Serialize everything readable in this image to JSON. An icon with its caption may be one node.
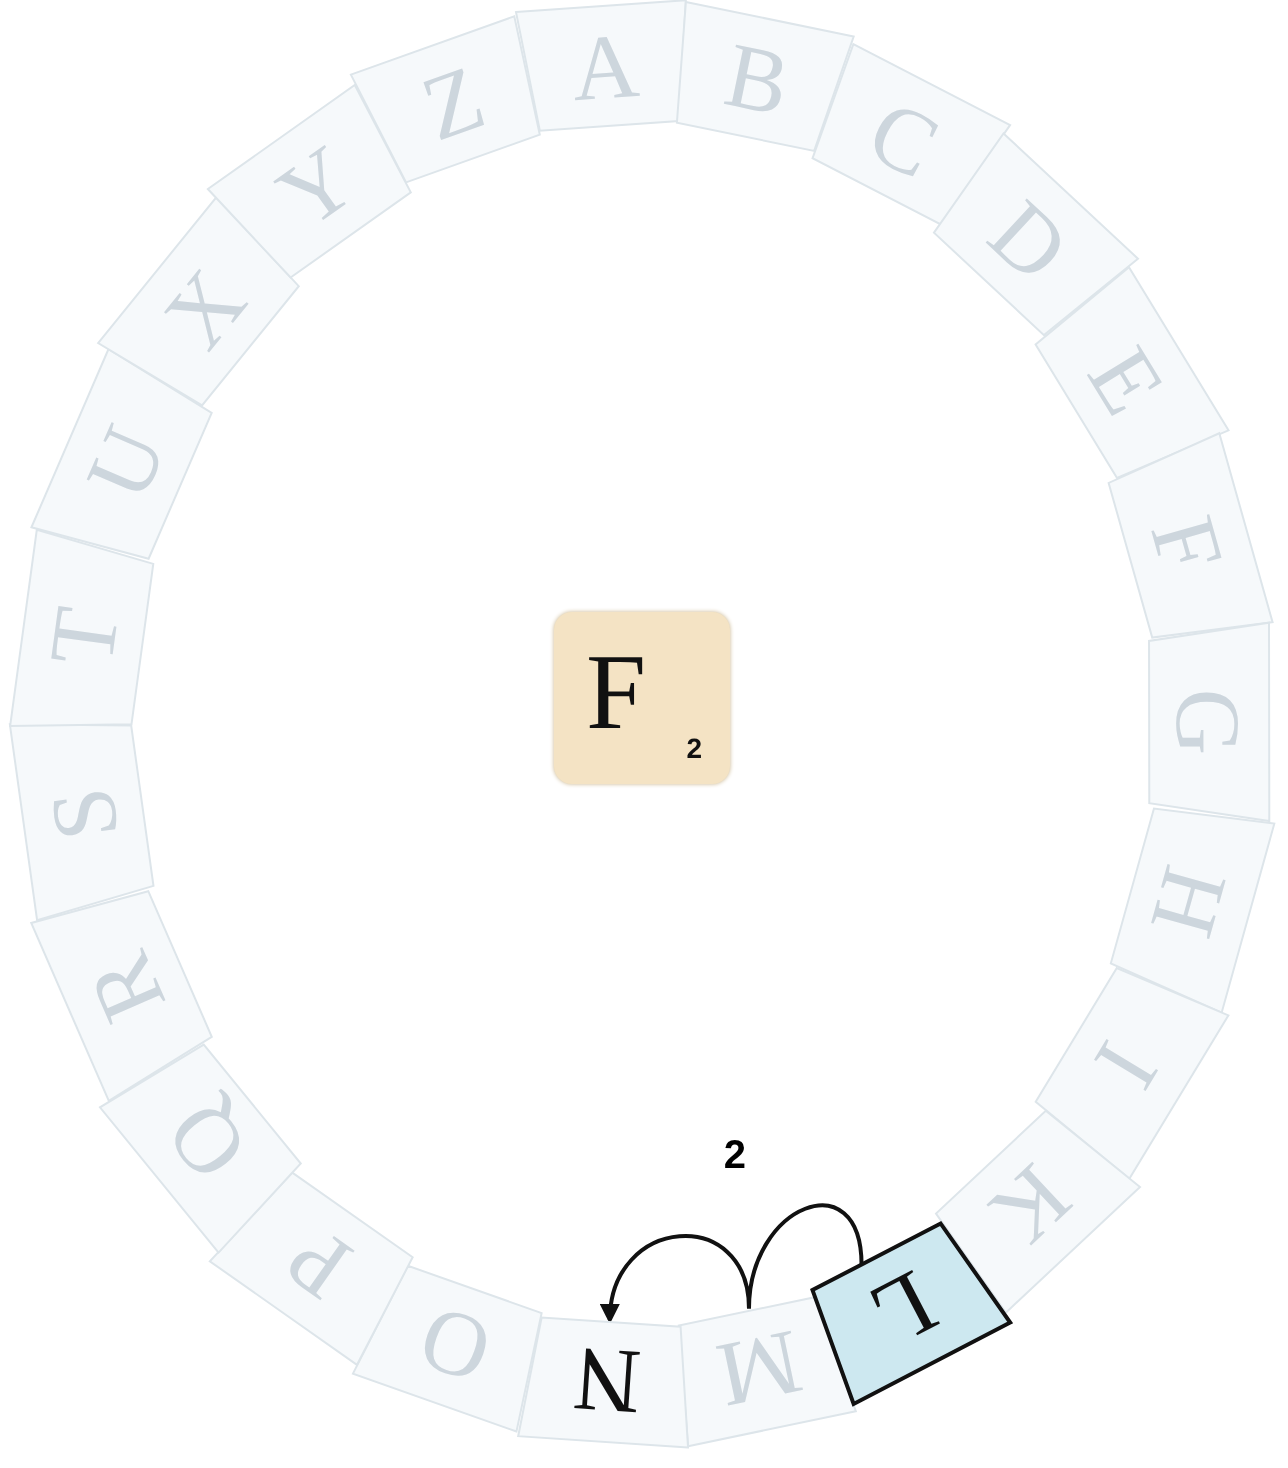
{
  "diagram": {
    "nodes": [
      {
        "text": [
          "A"
        ]
      },
      {
        "text": [
          "B"
        ]
      },
      {
        "text": [
          "C"
        ]
      },
      {
        "text": [
          "D"
        ]
      },
      {
        "text": [
          "E"
        ]
      },
      {
        "text": [
          "F"
        ]
      },
      {
        "text": [
          "G"
        ]
      },
      {
        "text": [
          "H"
        ]
      },
      {
        "text": [
          "I"
        ]
      },
      {
        "text": [
          "K"
        ]
      },
      {
        "text": [
          "L"
        ]
      },
      {
        "text": [
          "M"
        ]
      },
      {
        "text": [
          "N"
        ]
      },
      {
        "text": [
          "O"
        ]
      },
      {
        "text": [
          "P"
        ]
      },
      {
        "text": [
          "Q"
        ]
      },
      {
        "text": [
          "R"
        ]
      },
      {
        "text": [
          "S"
        ]
      },
      {
        "text": [
          "T"
        ]
      },
      {
        "text": [
          "U"
        ]
      },
      {
        "text": [
          "X"
        ]
      },
      {
        "text": [
          "Y"
        ]
      },
      {
        "text": [
          "Z"
        ]
      },
      {
        "text": [
          "F",
          "2"
        ]
      }
    ],
    "edges": [
      {
        "from": 10,
        "to": 12,
        "arrow": "to",
        "label": "2"
      }
    ]
  }
}
